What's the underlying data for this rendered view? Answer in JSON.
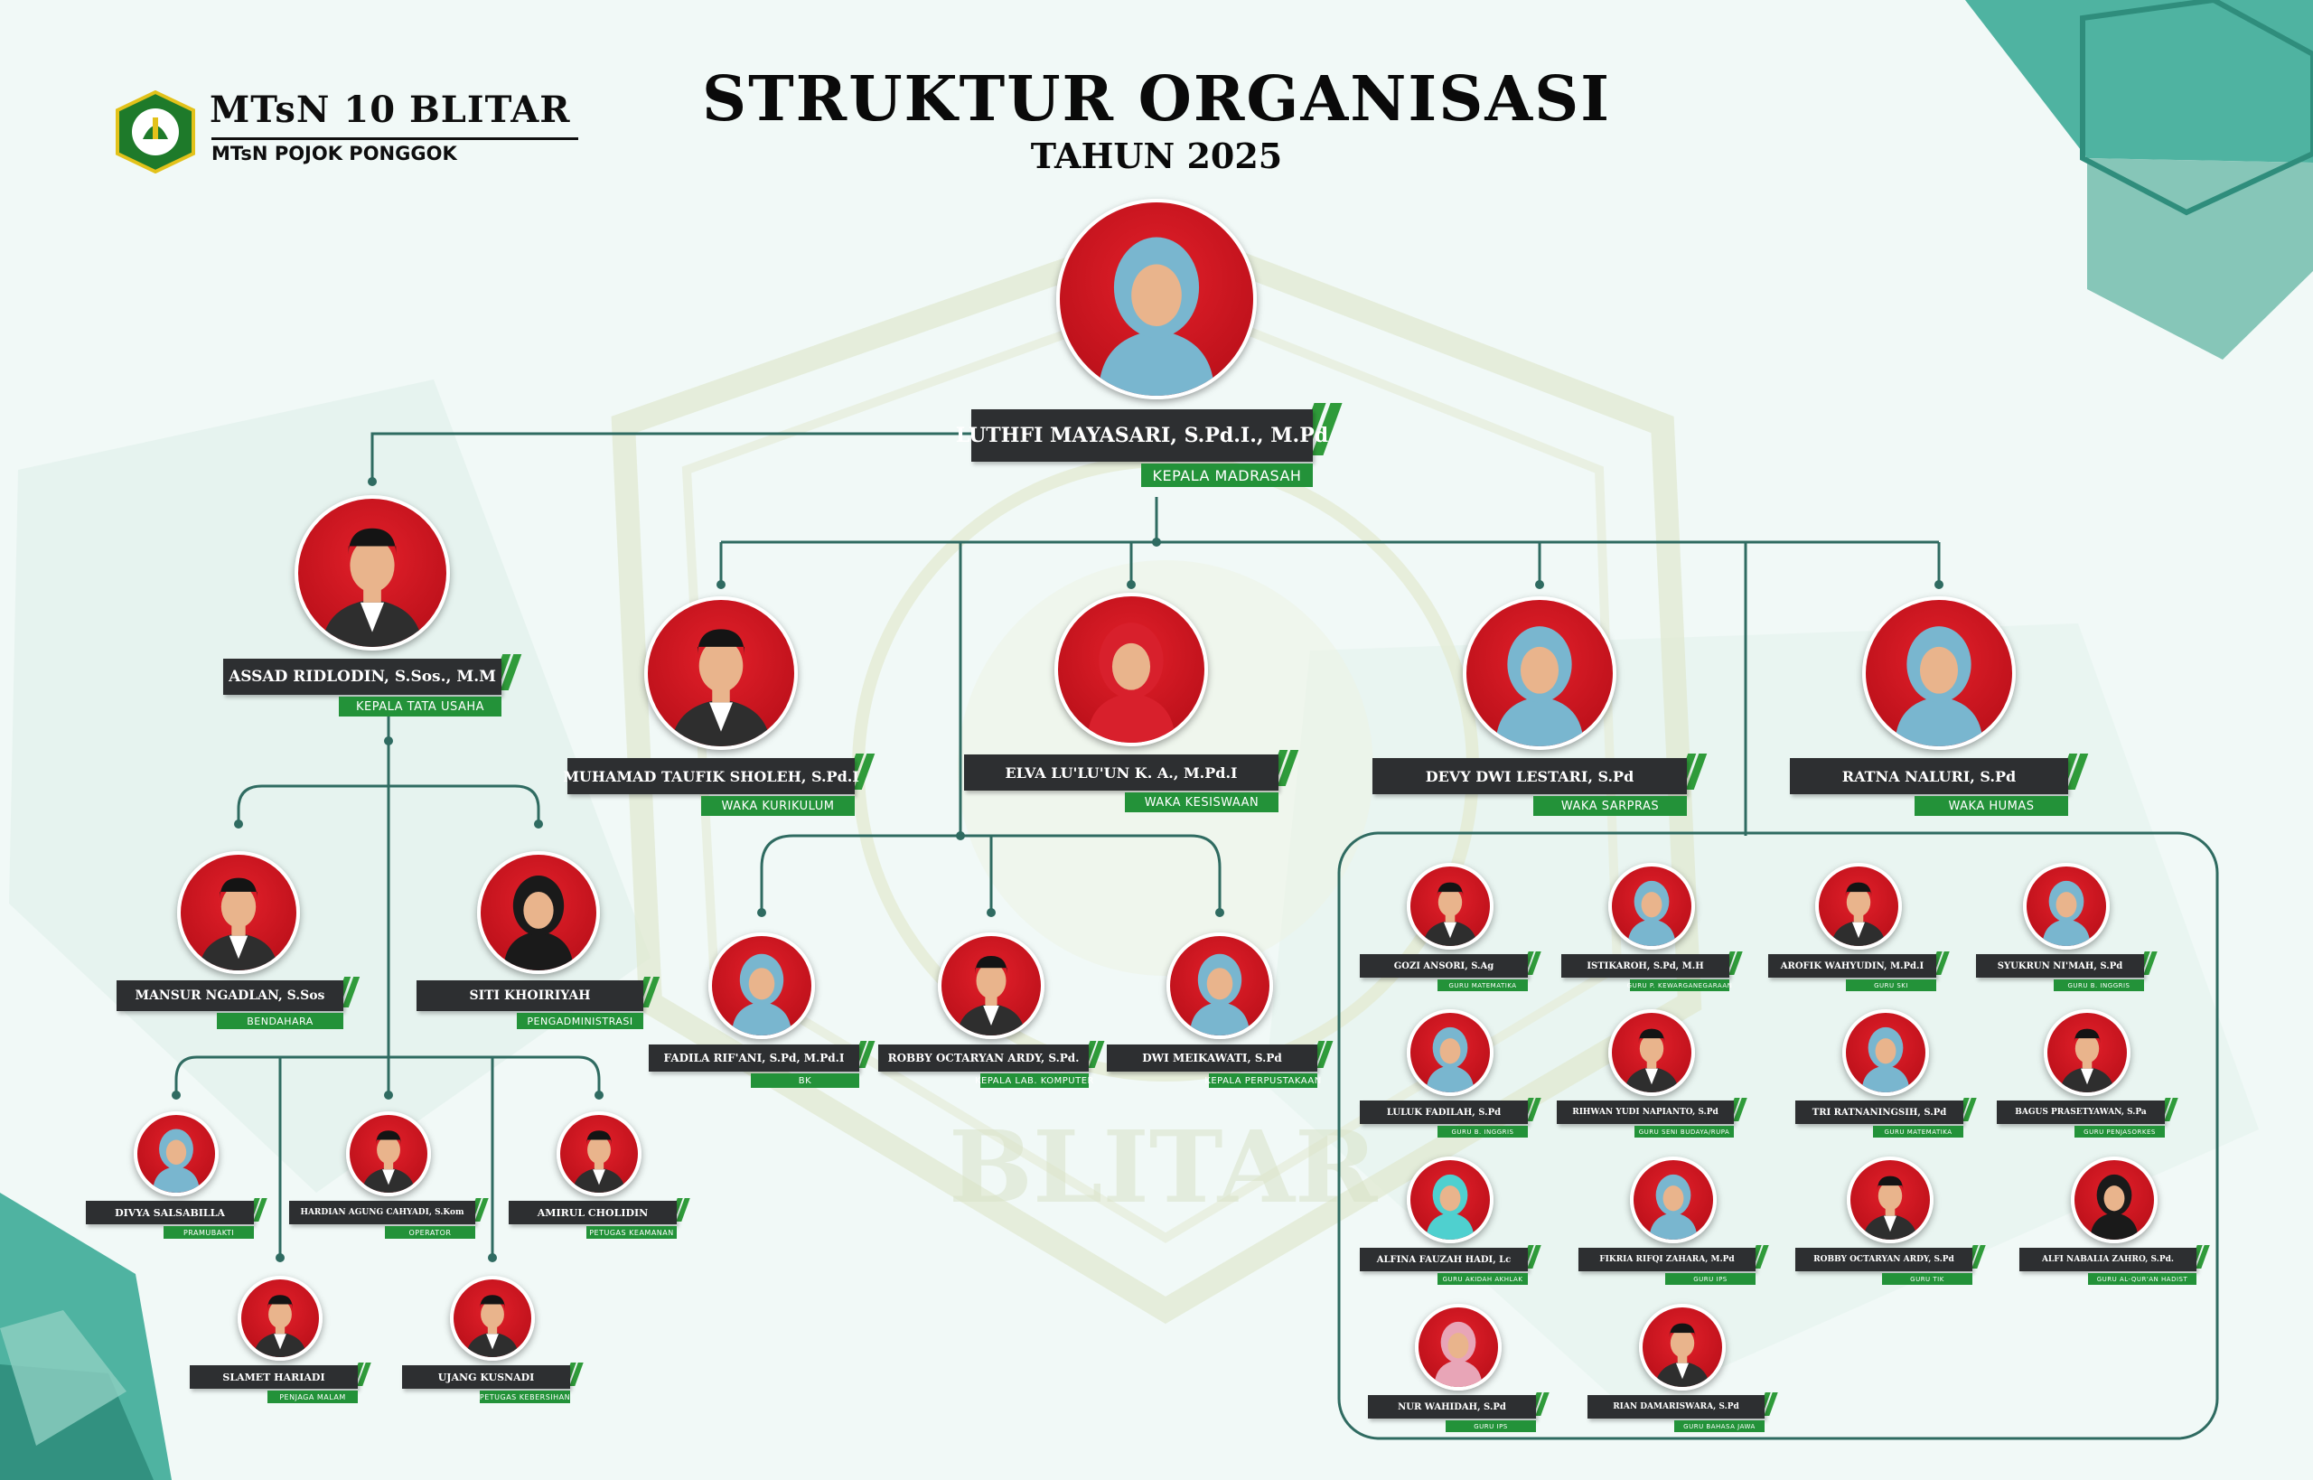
{
  "header": {
    "school_name": "MTsN 10 BLITAR",
    "school_subtitle": "MTsN POJOK PONGGOK",
    "title": "STRUKTUR ORGANISASI",
    "year": "TAHUN 2025",
    "watermark": "BLITAR"
  },
  "colors": {
    "background": "#f1f9f7",
    "accent_teal": "#4fb3a1",
    "line": "#2f6b61",
    "plate_dark": "#2d2f31",
    "plate_green": "#239239",
    "photo_red": "#c0121c"
  },
  "people": {
    "head": {
      "name": "LUTHFI MAYASARI, S.Pd.I., M.Pd",
      "role": "KEPALA MADRASAH"
    },
    "ktu": {
      "name": "ASSAD RIDLODIN, S.Sos., M.M",
      "role": "KEPALA TATA USAHA"
    },
    "bendahara": {
      "name": "MANSUR NGADLAN, S.Sos",
      "role": "BENDAHARA"
    },
    "pengadm": {
      "name": "SITI KHOIRIYAH",
      "role": "PENGADMINISTRASI"
    },
    "staff1": {
      "name": "DIVYA SALSABILLA",
      "role": "PRAMUBAKTI"
    },
    "staff2": {
      "name": "HARDIAN AGUNG CAHYADI, S.Kom",
      "role": "OPERATOR"
    },
    "staff3": {
      "name": "AMIRUL CHOLIDIN",
      "role": "PETUGAS KEAMANAN"
    },
    "staff4": {
      "name": "SLAMET HARIADI",
      "role": "PENJAGA MALAM"
    },
    "staff5": {
      "name": "UJANG KUSNADI",
      "role": "PETUGAS KEBERSIHAN"
    },
    "waka1": {
      "name": "MUHAMAD TAUFIK SHOLEH, S.Pd.I",
      "role": "WAKA KURIKULUM"
    },
    "waka2": {
      "name": "ELVA LU'LU'UN K. A., M.Pd.I",
      "role": "WAKA KESISWAAN"
    },
    "waka3": {
      "name": "DEVY DWI LESTARI, S.Pd",
      "role": "WAKA SARPRAS"
    },
    "waka4": {
      "name": "RATNA NALURI, S.Pd",
      "role": "WAKA HUMAS"
    },
    "unit1": {
      "name": "FADILA RIF'ANI, S.Pd, M.Pd.I",
      "role": "BK"
    },
    "unit2": {
      "name": "ROBBY OCTARYAN ARDY, S.Pd.",
      "role": "KEPALA LAB. KOMPUTER"
    },
    "unit3": {
      "name": "DWI MEIKAWATI, S.Pd",
      "role": "KEPALA PERPUSTAKAAN"
    },
    "t1": {
      "name": "GOZI ANSORI, S.Ag",
      "role": "GURU MATEMATIKA"
    },
    "t2": {
      "name": "ISTIKAROH, S.Pd, M.H",
      "role": "GURU P. KEWARGANEGARAAN"
    },
    "t3": {
      "name": "AROFIK WAHYUDIN, M.Pd.I",
      "role": "GURU SKI"
    },
    "t4": {
      "name": "SYUKRUN NI'MAH, S.Pd",
      "role": "GURU B. INGGRIS"
    },
    "t5": {
      "name": "LULUK FADILAH, S.Pd",
      "role": "GURU B. INGGRIS"
    },
    "t6": {
      "name": "RIHWAN YUDI NAPIANTO, S.Pd",
      "role": "GURU SENI BUDAYA/RUPA"
    },
    "t7": {
      "name": "TRI RATNANINGSIH, S.Pd",
      "role": "GURU MATEMATIKA"
    },
    "t8": {
      "name": "BAGUS PRASETYAWAN, S.Pa",
      "role": "GURU PENJASORKES"
    },
    "t9": {
      "name": "ALFINA FAUZAH HADI, Lc",
      "role": "GURU AKIDAH AKHLAK"
    },
    "t10": {
      "name": "FIKRIA RIFQI ZAHARA, M.Pd",
      "role": "GURU IPS"
    },
    "t11": {
      "name": "ROBBY OCTARYAN ARDY, S.Pd",
      "role": "GURU TIK"
    },
    "t12": {
      "name": "ALFI NABALIA ZAHRO, S.Pd.",
      "role": "GURU AL-QUR'AN HADIST"
    },
    "t13": {
      "name": "NUR WAHIDAH, S.Pd",
      "role": "GURU IPS"
    },
    "t14": {
      "name": "RIAN DAMARISWARA, S.Pd",
      "role": "GURU BAHASA JAWA"
    }
  }
}
